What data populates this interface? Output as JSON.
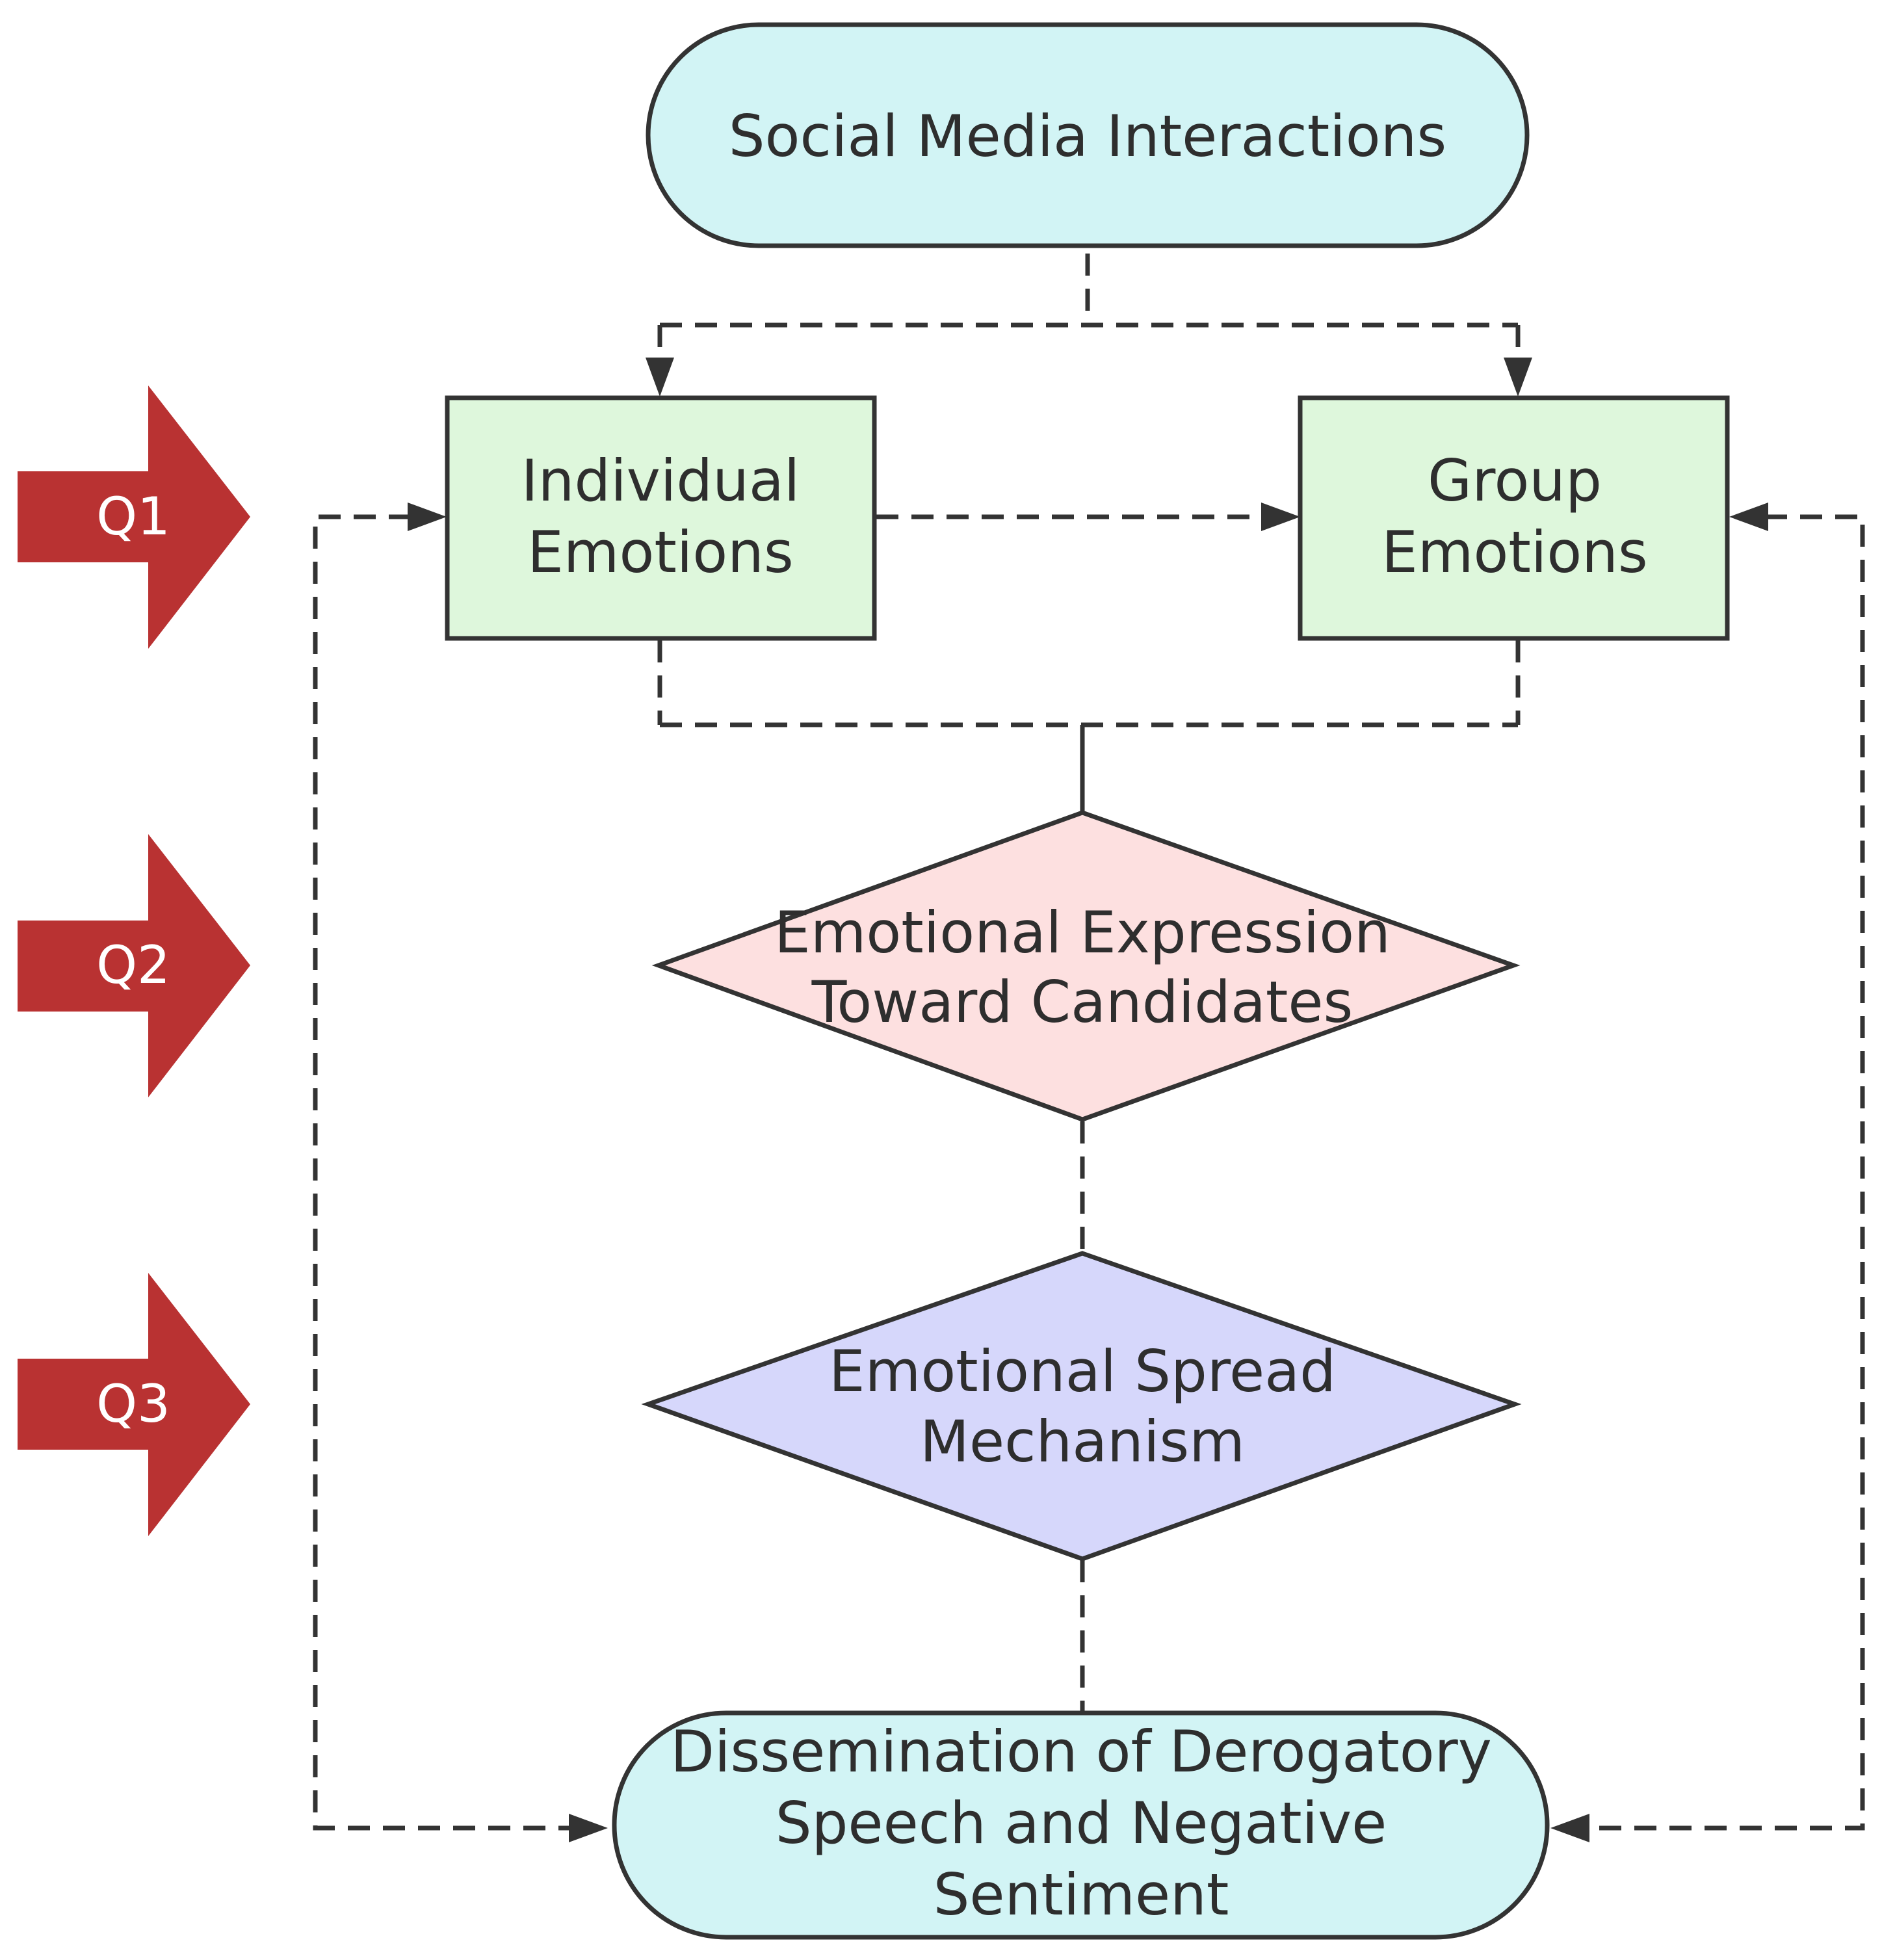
{
  "nodes": {
    "social_media": {
      "label": "Social Media Interactions",
      "fill": "#d2f4f5"
    },
    "individual": {
      "line1": "Individual",
      "line2": "Emotions",
      "fill": "#def7dc"
    },
    "group": {
      "line1": "Group",
      "line2": "Emotions",
      "fill": "#def7dc"
    },
    "expression": {
      "line1": "Emotional Expression",
      "line2": "Toward Candidates",
      "fill": "#fde0e0"
    },
    "spread": {
      "line1": "Emotional Spread",
      "line2": "Mechanism",
      "fill": "#d6d7fb"
    },
    "dissemination": {
      "line1": "Dissemination of Derogatory",
      "line2": "Speech and Negative",
      "line3": "Sentiment",
      "fill": "#d2f4f5"
    }
  },
  "markers": [
    {
      "label": "Q1",
      "color": "#b93232"
    },
    {
      "label": "Q2",
      "color": "#b93232"
    },
    {
      "label": "Q3",
      "color": "#b93232"
    }
  ]
}
